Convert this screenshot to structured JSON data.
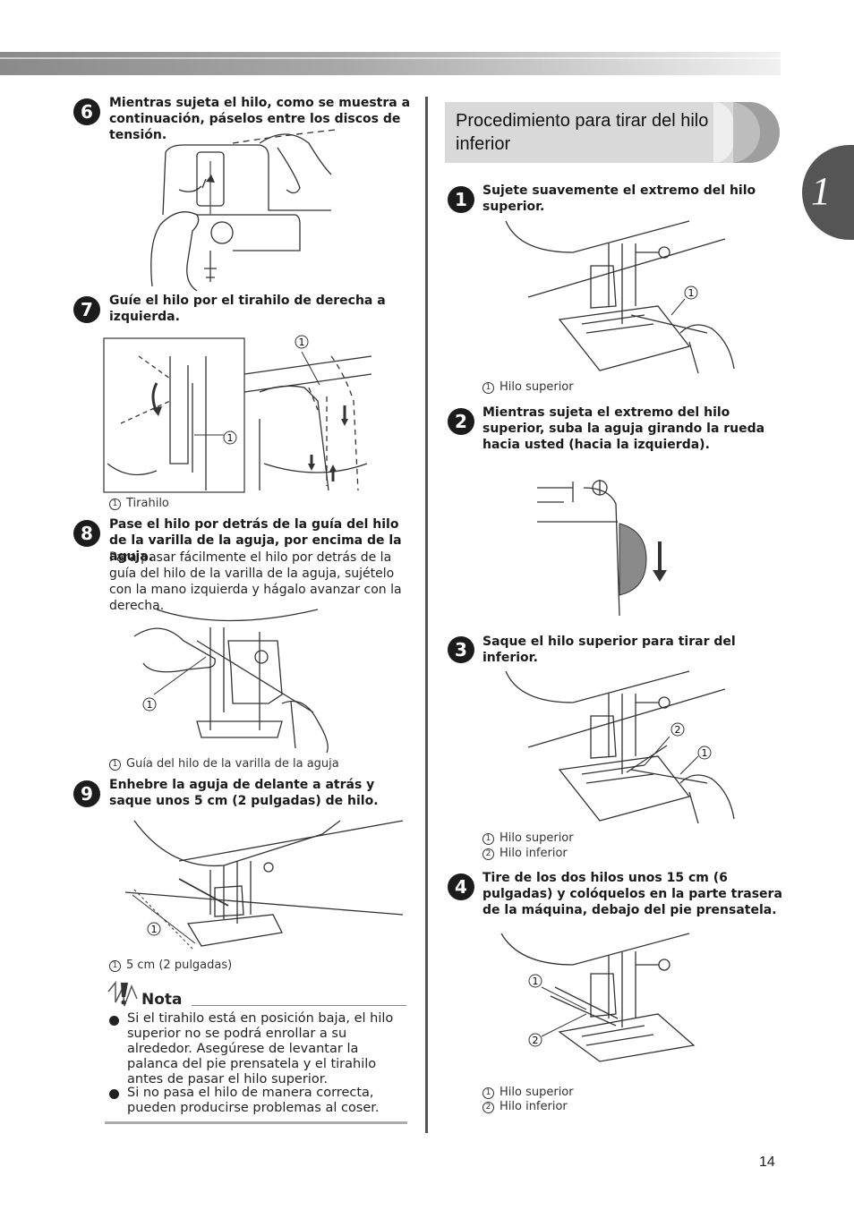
{
  "header": {
    "chapter_number": "1",
    "page_number": "14"
  },
  "left": {
    "step6": {
      "num": "6",
      "text": "Mientras sujeta el hilo, como se muestra a continuación, páselos entre los discos de tensión."
    },
    "step7": {
      "num": "7",
      "text": "Guíe el hilo por el tirahilo de derecha a izquierda.",
      "callout": "1",
      "caption_num": "1",
      "caption": "Tirahilo"
    },
    "step8": {
      "num": "8",
      "text": "Pase el hilo por detrás de la guía del hilo de la varilla de la aguja, por encima de la aguja.",
      "body": "Para pasar fácilmente el hilo por detrás de la guía del hilo de la varilla de la aguja, sujételo con la mano izquierda y hágalo avanzar con la derecha.",
      "callout": "1",
      "caption_num": "1",
      "caption": "Guía del hilo de la varilla de la aguja"
    },
    "step9": {
      "num": "9",
      "text": "Enhebre la aguja de delante a atrás y saque unos 5 cm (2 pulgadas) de hilo.",
      "callout": "1",
      "caption_num": "1",
      "caption": "5 cm (2 pulgadas)"
    },
    "nota": {
      "title": "Nota",
      "items": [
        "Si el tirahilo está en posición baja, el hilo superior no se podrá enrollar a su alrededor. Asegúrese de levantar la palanca del pie prensatela y el tirahilo antes de pasar el hilo superior.",
        "Si no pasa el hilo de manera correcta, pueden producirse problemas al coser."
      ]
    }
  },
  "right": {
    "section_title": "Procedimiento para tirar del hilo inferior",
    "step1": {
      "num": "1",
      "text": "Sujete suavemente el extremo del hilo superior.",
      "callout": "1",
      "caption_num": "1",
      "caption": "Hilo superior"
    },
    "step2": {
      "num": "2",
      "text": "Mientras sujeta el extremo del hilo superior, suba la aguja girando la rueda hacia usted (hacia la izquierda)."
    },
    "step3": {
      "num": "3",
      "text": "Saque el hilo superior para tirar del inferior.",
      "callouts": [
        "2",
        "1"
      ],
      "captions": [
        {
          "num": "1",
          "text": "Hilo superior"
        },
        {
          "num": "2",
          "text": "Hilo inferior"
        }
      ]
    },
    "step4": {
      "num": "4",
      "text": "Tire de los dos hilos unos 15 cm (6 pulgadas) y colóquelos en la parte trasera de la máquina, debajo del pie prensatela.",
      "callouts": [
        "1",
        "2"
      ],
      "captions": [
        {
          "num": "1",
          "text": "Hilo superior"
        },
        {
          "num": "2",
          "text": "Hilo inferior"
        }
      ]
    }
  }
}
